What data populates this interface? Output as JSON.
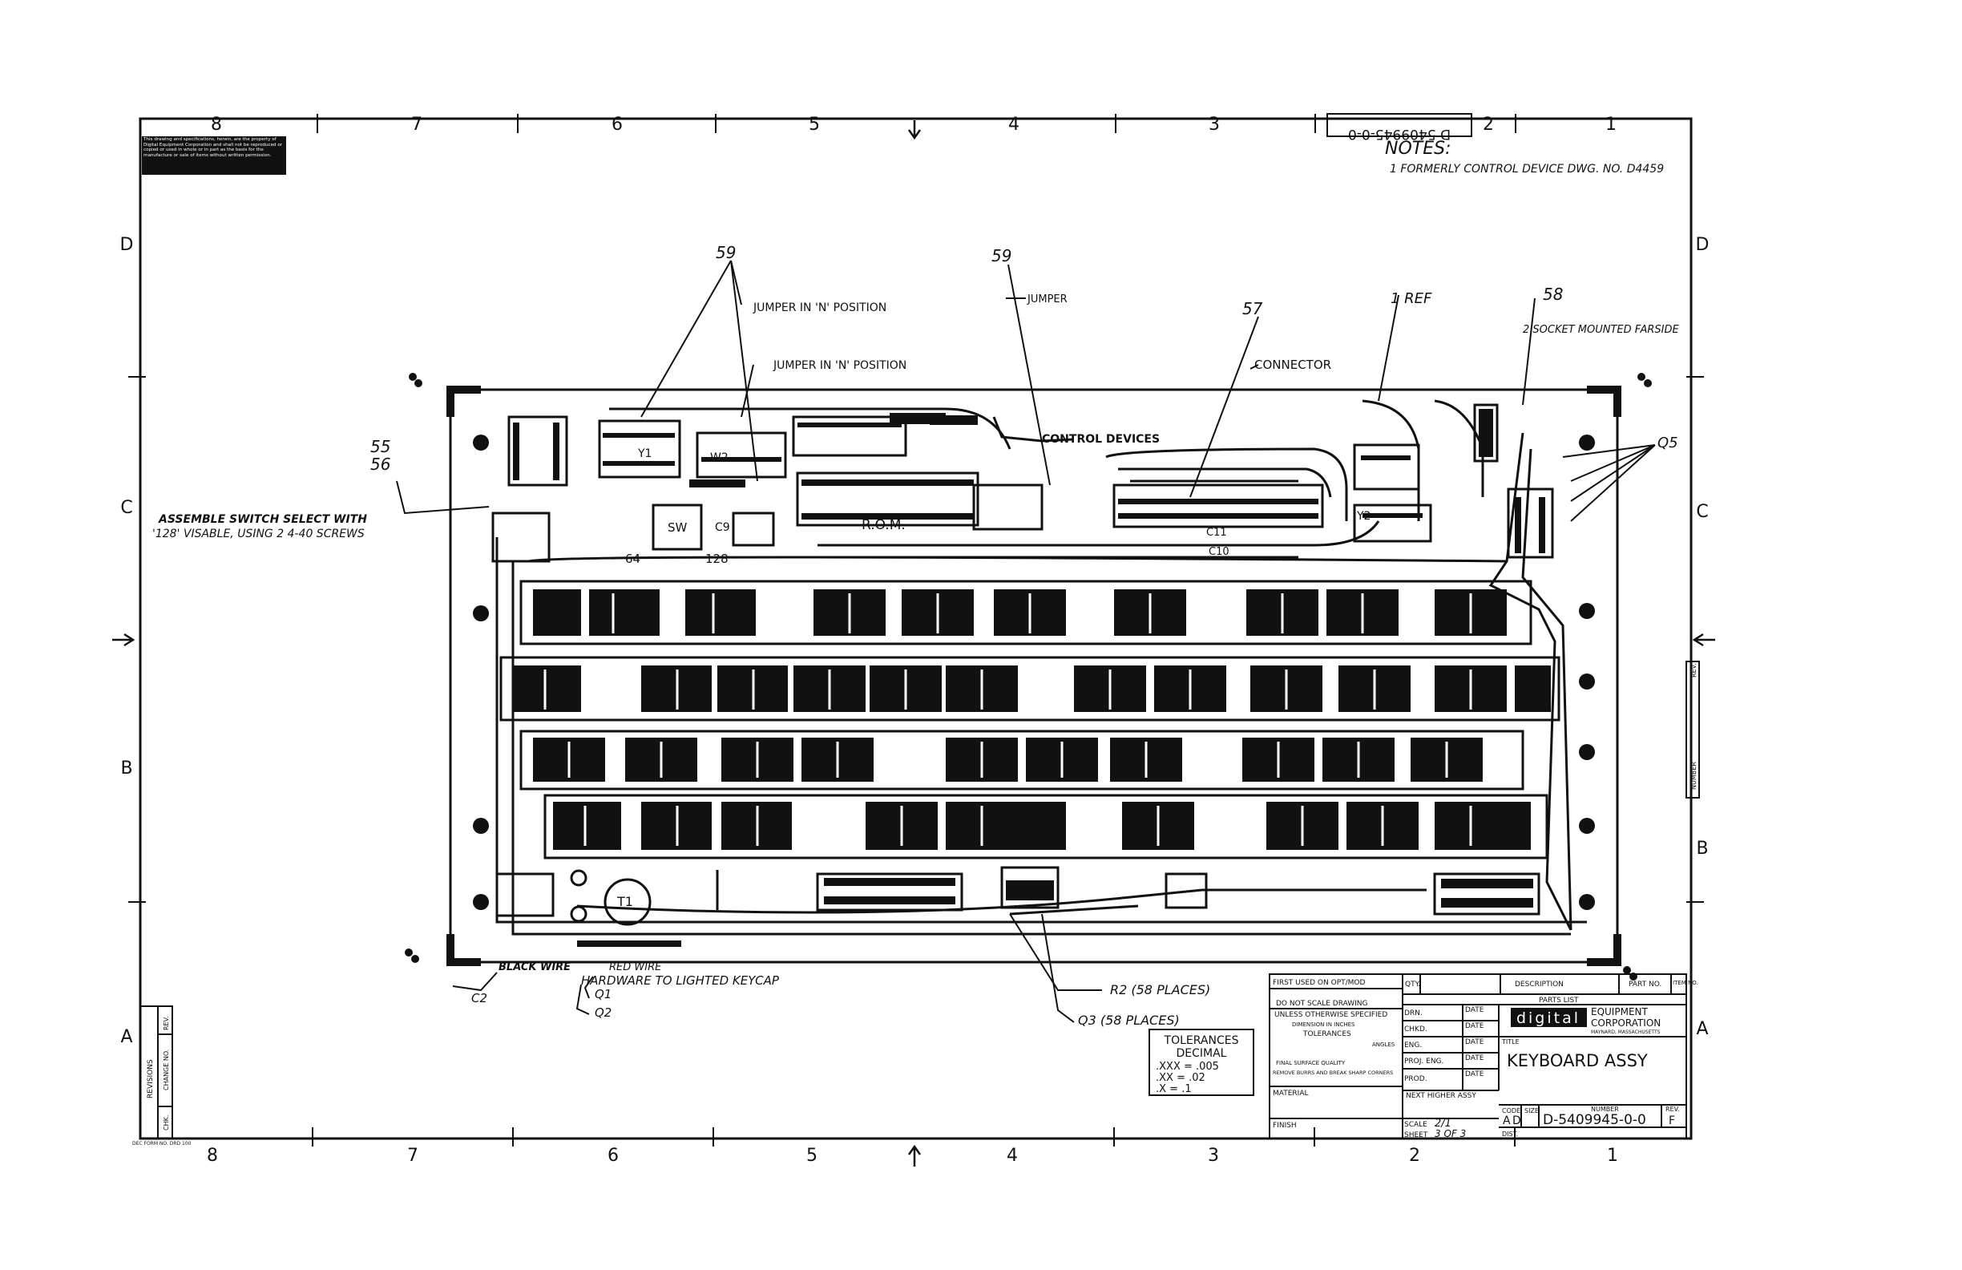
{
  "border": {
    "top_zones": [
      "8",
      "7",
      "6",
      "5",
      "4",
      "3",
      "2",
      "1"
    ],
    "bottom_zones": [
      "8",
      "7",
      "6",
      "5",
      "4",
      "3",
      "2",
      "1"
    ],
    "left_zones": [
      "D",
      "C",
      "B",
      "A"
    ],
    "right_zones": [
      "D",
      "C",
      "B",
      "A"
    ],
    "top_corner_number": "D 5409945-0-0"
  },
  "proprietary_note": "This drawing and specifications, herein, are the property of Digital Equipment Corporation and shall not be reproduced or copied or used in whole or in part as the basis for the manufacture or sale of items without written permission.",
  "notes": {
    "heading": "NOTES:",
    "items": [
      "1 FORMERLY CONTROL DEVICE DWG. NO. D4459"
    ]
  },
  "callouts": {
    "item_59_a": "59",
    "item_59_b": "59",
    "item_57": "57",
    "item_1_ref": "1 REF",
    "item_58": "58",
    "item_55": "55",
    "item_56": "56",
    "jumper_n_1": "JUMPER IN 'N' POSITION",
    "jumper_n_2": "JUMPER IN 'N' POSITION",
    "jumper": "JUMPER",
    "connector": "CONNECTOR",
    "socket": "2 SOCKET MOUNTED FARSIDE",
    "switch_note_1": "ASSEMBLE SWITCH SELECT WITH",
    "switch_note_2": "'128' VISABLE, USING 2 4-40 SCREWS",
    "q5": "Q5",
    "black_wire": "BLACK WIRE",
    "red_wire": "RED WIRE",
    "hardware": "HARDWARE TO LIGHTED KEYCAP",
    "q1": "Q1",
    "q2": "Q2",
    "c2": "C2",
    "r2": "R2 (58 PLACES)",
    "q3": "Q3 (58 PLACES)"
  },
  "board": {
    "brand": "CONTROL DEVICES",
    "rom": "R.O.M.",
    "sw": "SW",
    "sw_64": "64",
    "sw_128": "128",
    "c9": "C9",
    "c10": "C10",
    "c11": "C11",
    "w2": "W2",
    "y1": "Y1",
    "y2": "Y2",
    "t1": "T1"
  },
  "tolerances": {
    "title": "TOLERANCES",
    "subtitle": "DECIMAL",
    "rows": [
      ".XXX = .005",
      ".XX = .02",
      ".X = .1"
    ]
  },
  "title_block": {
    "first_used": "FIRST USED ON OPT/MOD",
    "do_not_scale": "DO NOT SCALE DRAWING",
    "unless": "UNLESS OTHERWISE SPECIFIED",
    "dims": "DIMENSION IN INCHES",
    "tol": "TOLERANCES",
    "angles": "ANGLES",
    "finish_q": "FINAL SURFACE QUALITY",
    "burrs": "REMOVE BURRS AND BREAK SHARP CORNERS",
    "material": "MATERIAL",
    "finish": "FINISH",
    "qty": "QTY.",
    "description": "DESCRIPTION",
    "part_no": "PART NO.",
    "item_no": "ITEM NO.",
    "parts_list": "PARTS LIST",
    "drn": "DRN.",
    "chkd": "CHKD.",
    "eng": "ENG.",
    "proj_eng": "PROJ. ENG.",
    "prod": "PROD.",
    "date": "DATE",
    "next_higher": "NEXT HIGHER ASSY",
    "scale_label": "SCALE",
    "scale_value": "2/1",
    "sheet_label": "SHEET",
    "sheet_value": "3 OF 3",
    "company_logo": "digital",
    "company_line1": "EQUIPMENT",
    "company_line2": "CORPORATION",
    "company_city": "MAYNARD, MASSACHUSETTS",
    "title_label": "TITLE",
    "title": "KEYBOARD ASSY",
    "code_label": "CODE",
    "size_label": "SIZE",
    "number_label": "NUMBER",
    "rev_label": "REV.",
    "code": "A",
    "size": "D",
    "number": "D-5409945-0-0",
    "rev": "F",
    "dist": "DIST."
  },
  "revisions": {
    "rev": "REV.",
    "change_no": "CHANGE NO.",
    "chk": "CHK.",
    "label": "REVISIONS"
  },
  "side_strip": {
    "rev": "REV.",
    "number_label": "NUMBER"
  },
  "dec_form": "DEC FORM NO. DRD 100"
}
